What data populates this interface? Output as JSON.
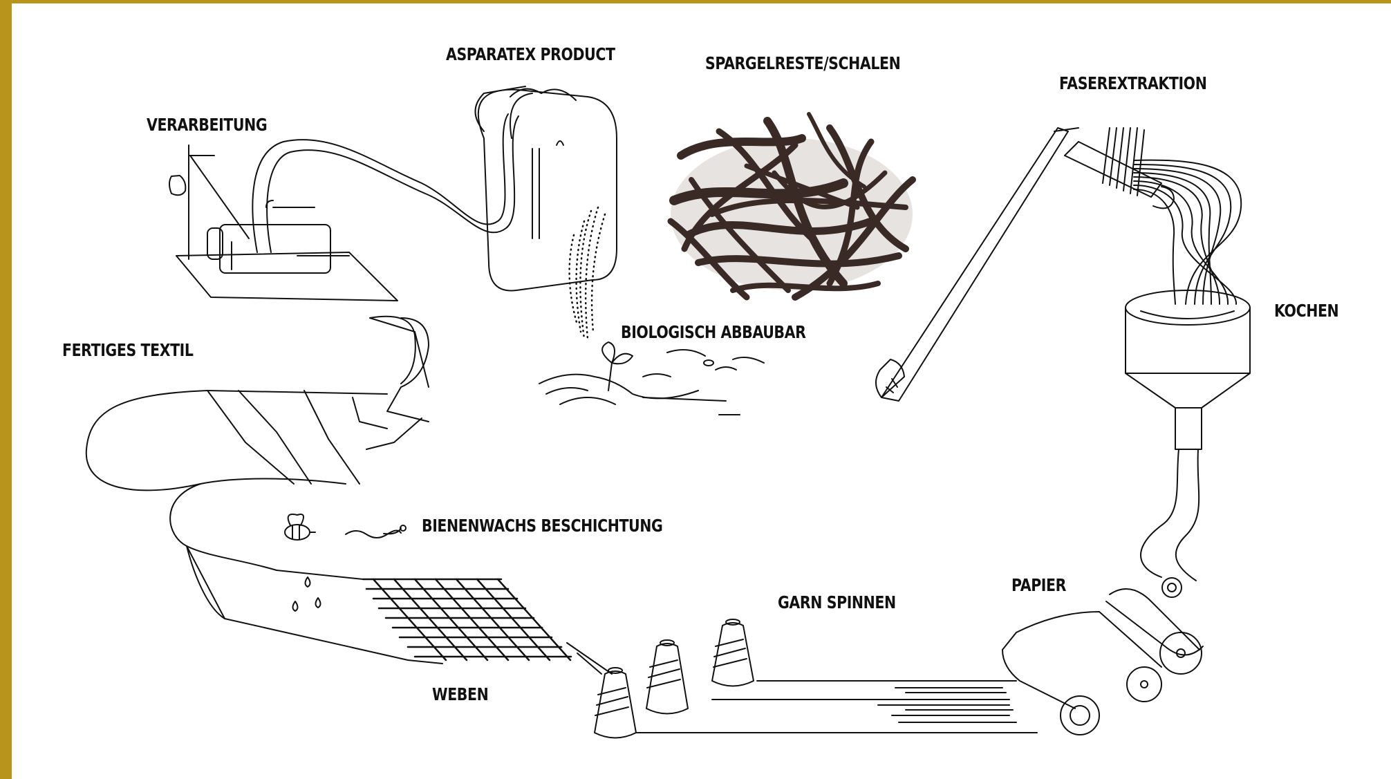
{
  "labels": {
    "verarbeitung": "VERARBEITUNG",
    "product": "ASPARATEX PRODUCT",
    "spargel": "SPARGELRESTE/SCHALEN",
    "faser": "FASEREXTRAKTION",
    "kochen": "KOCHEN",
    "bio": "BIOLOGISCH ABBAUBAR",
    "textil": "FERTIGES TEXTIL",
    "wachs": "BIENENWACHS BESCHICHTUNG",
    "garn": "GARN SPINNEN",
    "papier": "PAPIER",
    "weben": "WEBEN"
  },
  "colors": {
    "frame": "#b8941c",
    "ink": "#111111",
    "scrap": "#3a2a26"
  }
}
